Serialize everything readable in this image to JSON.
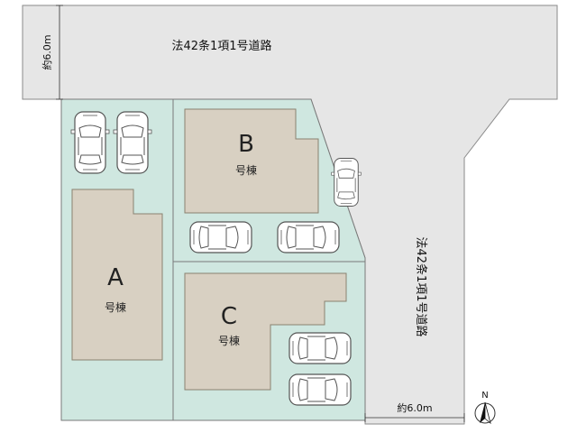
{
  "roads": {
    "top_label": "法42条1項1号道路",
    "right_label": "法42条1項1号道路",
    "top_width": "約6.0m",
    "right_width": "約6.0m"
  },
  "buildings": [
    {
      "letter": "A",
      "suffix": "号棟"
    },
    {
      "letter": "B",
      "suffix": "号棟"
    },
    {
      "letter": "C",
      "suffix": "号棟"
    }
  ],
  "compass": {
    "label": "N"
  },
  "colors": {
    "road": "#e6e6e6",
    "lot": "#cfe7e0",
    "building": "#d8d0c2",
    "line": "#7a7a7a"
  }
}
